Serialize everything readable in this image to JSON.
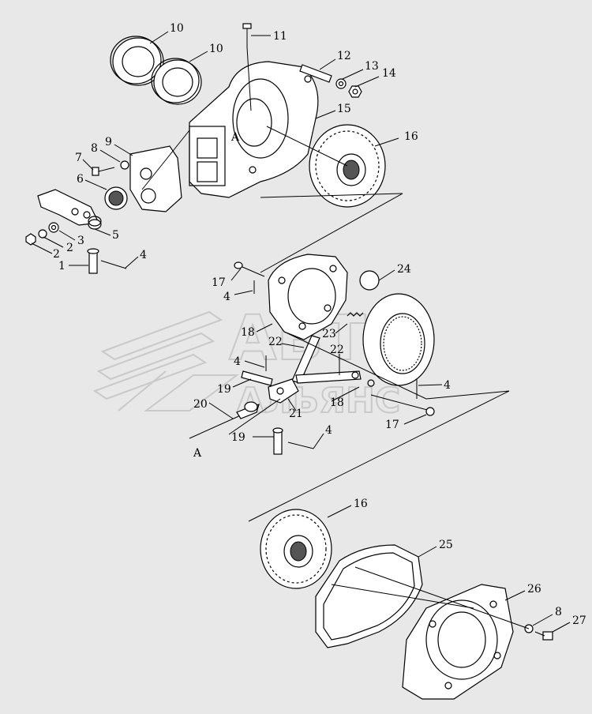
{
  "watermark": {
    "line1": "АВТО",
    "line2": "АЛЬЯНС"
  },
  "axis_marks": {
    "top": "A",
    "bottom": "A"
  },
  "callouts": [
    {
      "id": "c10a",
      "label": "10",
      "part": "bearing-ring"
    },
    {
      "id": "c10b",
      "label": "10",
      "part": "bearing-ring"
    },
    {
      "id": "c11",
      "label": "11",
      "part": "bolt"
    },
    {
      "id": "c12",
      "label": "12",
      "part": "stud"
    },
    {
      "id": "c13",
      "label": "13",
      "part": "washer"
    },
    {
      "id": "c14",
      "label": "14",
      "part": "nut"
    },
    {
      "id": "c15",
      "label": "15",
      "part": "clutch-housing"
    },
    {
      "id": "c16a",
      "label": "16",
      "part": "friction-disc"
    },
    {
      "id": "c9",
      "label": "9",
      "part": "bracket"
    },
    {
      "id": "c8a",
      "label": "8",
      "part": "washer"
    },
    {
      "id": "c7",
      "label": "7",
      "part": "bolt"
    },
    {
      "id": "c6",
      "label": "6",
      "part": "boot"
    },
    {
      "id": "c5",
      "label": "5",
      "part": "bushing"
    },
    {
      "id": "c3",
      "label": "3",
      "part": "washer"
    },
    {
      "id": "c2a",
      "label": "2",
      "part": "nut"
    },
    {
      "id": "c2b",
      "label": "2",
      "part": "washer"
    },
    {
      "id": "c1",
      "label": "1",
      "part": "pin"
    },
    {
      "id": "c4a",
      "label": "4",
      "part": "cotter-pin"
    },
    {
      "id": "c17a",
      "label": "17",
      "part": "pin"
    },
    {
      "id": "c4b",
      "label": "4",
      "part": "cotter-pin"
    },
    {
      "id": "c24",
      "label": "24",
      "part": "ball"
    },
    {
      "id": "c18a",
      "label": "18",
      "part": "pressure-plate"
    },
    {
      "id": "c23",
      "label": "23",
      "part": "spring"
    },
    {
      "id": "c22a",
      "label": "22",
      "part": "lever"
    },
    {
      "id": "c22b",
      "label": "22",
      "part": "lever"
    },
    {
      "id": "c4c",
      "label": "4",
      "part": "cotter-pin"
    },
    {
      "id": "c19a",
      "label": "19",
      "part": "pin"
    },
    {
      "id": "c20",
      "label": "20",
      "part": "rod"
    },
    {
      "id": "c21",
      "label": "21",
      "part": "yoke"
    },
    {
      "id": "c18b",
      "label": "18",
      "part": "pressure-plate"
    },
    {
      "id": "c4d",
      "label": "4",
      "part": "cotter-pin"
    },
    {
      "id": "c17b",
      "label": "17",
      "part": "pin"
    },
    {
      "id": "c19b",
      "label": "19",
      "part": "pin"
    },
    {
      "id": "c4e",
      "label": "4",
      "part": "cotter-pin"
    },
    {
      "id": "c16b",
      "label": "16",
      "part": "friction-disc"
    },
    {
      "id": "c25",
      "label": "25",
      "part": "gasket"
    },
    {
      "id": "c26",
      "label": "26",
      "part": "cover"
    },
    {
      "id": "c8b",
      "label": "8",
      "part": "washer"
    },
    {
      "id": "c27",
      "label": "27",
      "part": "bolt"
    }
  ]
}
